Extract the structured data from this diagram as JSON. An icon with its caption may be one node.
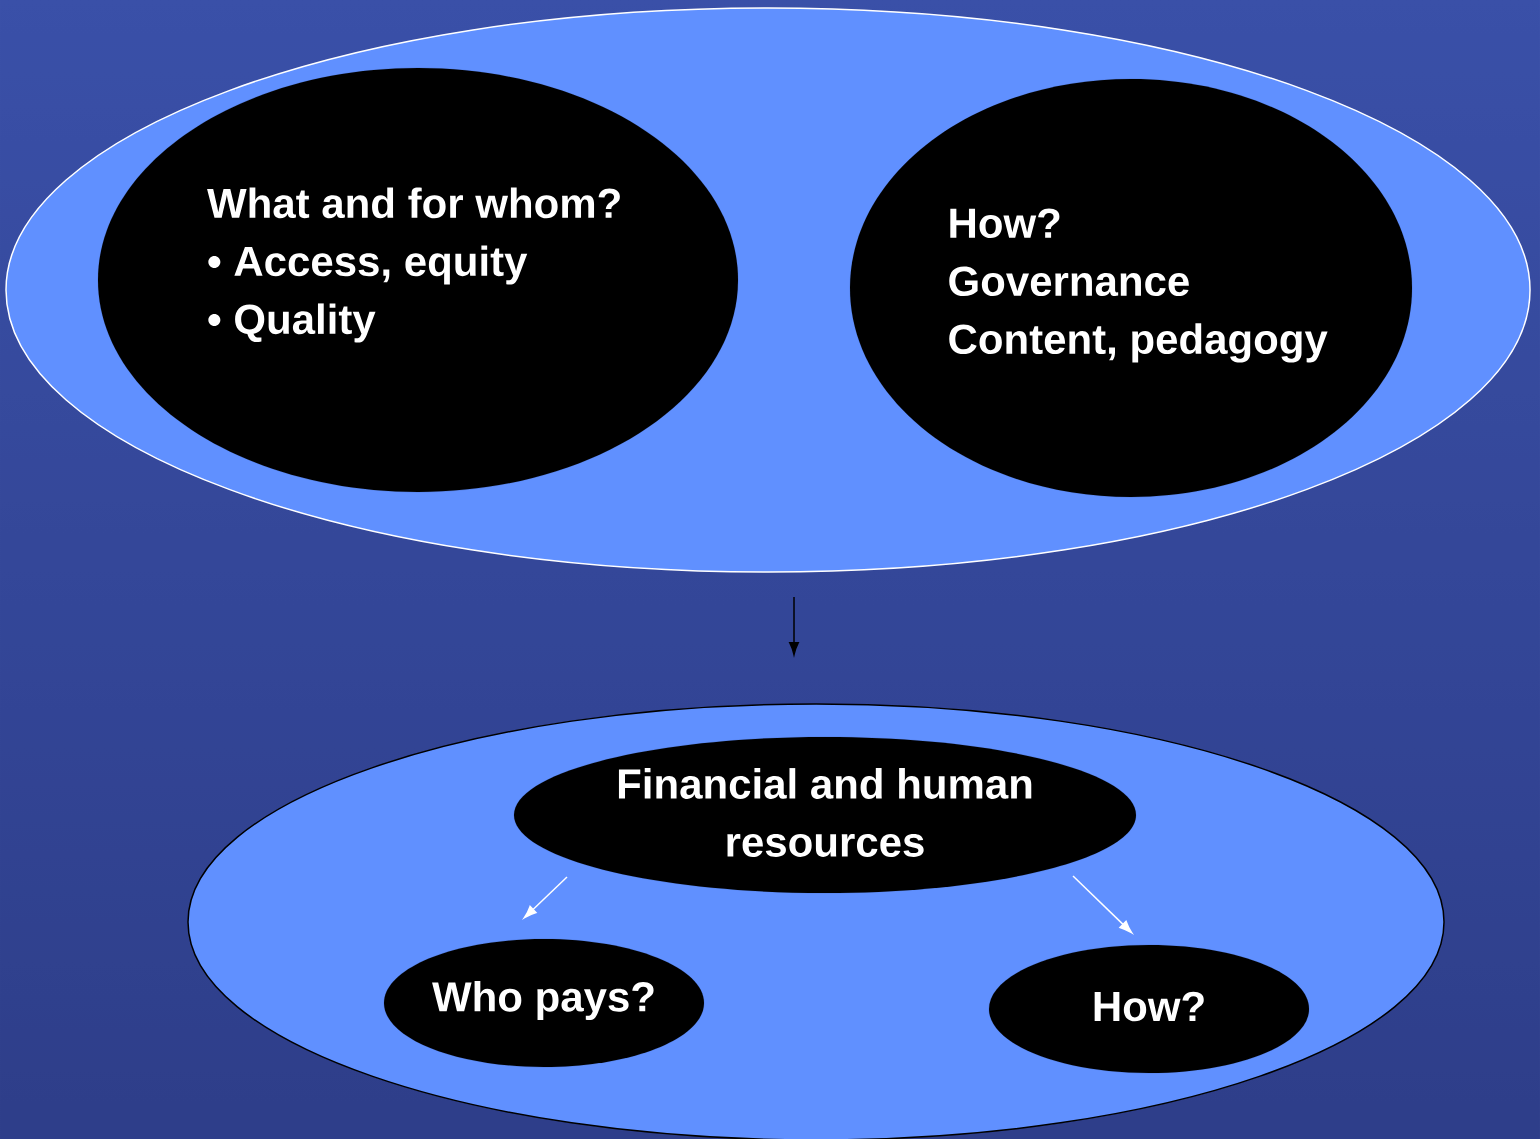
{
  "diagram": {
    "nodes": [
      {
        "text": [],
        "shape": "ellipse"
      },
      {
        "text": [
          "What and for whom?",
          "• Access, equity",
          "• Quality"
        ],
        "in": 0
      },
      {
        "text": [
          "How?",
          "Governance",
          " Content, pedagogy"
        ],
        "in": 0
      },
      {
        "text": [],
        "shape": "ellipse"
      },
      {
        "text": [
          "Financial and human resources"
        ],
        "in": 3
      },
      {
        "text": [
          "Who pays?"
        ],
        "in": 3
      },
      {
        "text": [
          "How?"
        ],
        "in": 3
      }
    ],
    "edges": [
      {
        "from": 0,
        "to": 3,
        "arrow": "to",
        "color": "#000000"
      },
      {
        "from": 4,
        "to": 5,
        "arrow": "to"
      },
      {
        "from": 4,
        "to": 6,
        "arrow": "to"
      }
    ]
  }
}
